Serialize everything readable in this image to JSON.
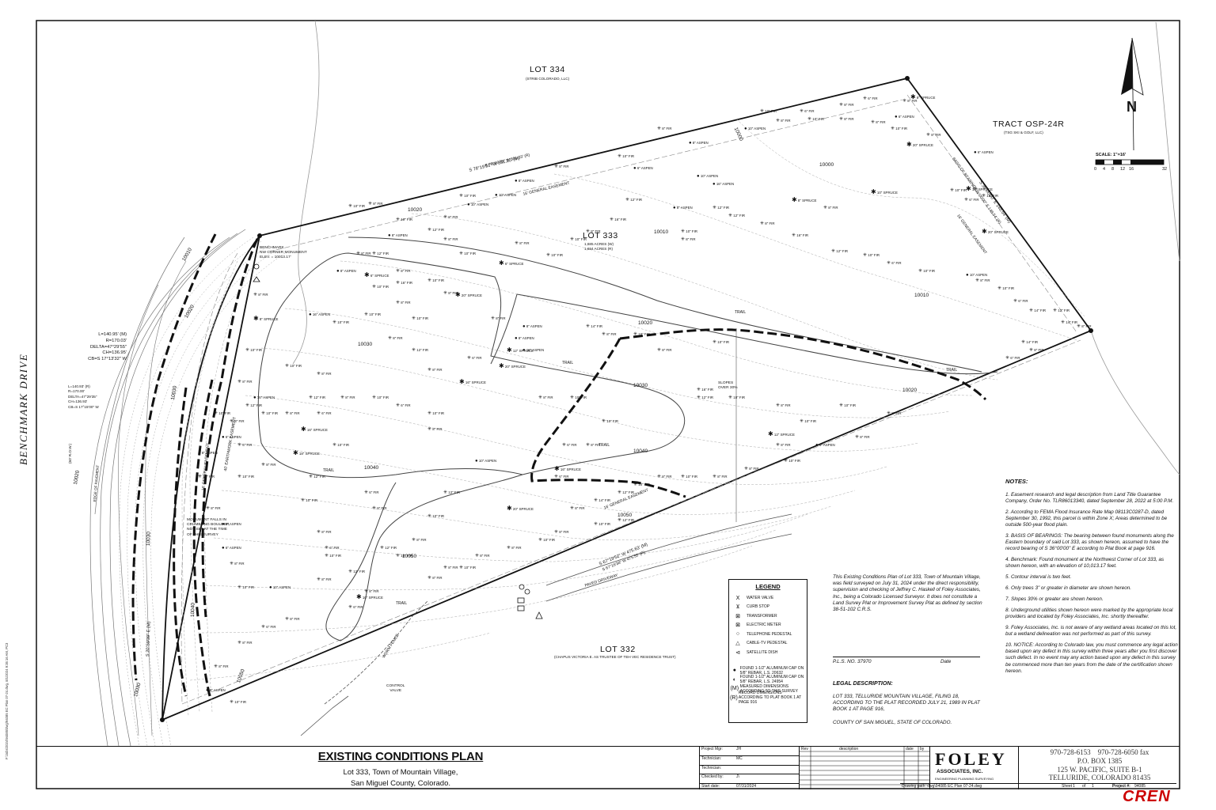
{
  "lots": {
    "lot334": {
      "name": "LOT 334",
      "owner": "(STRIB COLORADO, LLC)"
    },
    "lot333": {
      "name": "LOT 333",
      "area_w": "1,685 ACRES (W)",
      "area_r": "1,684 ACRES (R)"
    },
    "lot332": {
      "name": "LOT 332",
      "owner": "(CHAPUS VICTORIA E. AS TRUSTEE OF TEH VEC RESIDENCE TRUST)"
    },
    "tract": {
      "name": "TRACT OSP-24R",
      "owner": "(TSG SKI & GOLF, LLC)"
    }
  },
  "road": {
    "name": "BENCHMARK DRIVE",
    "width": "(60' R.O.W.)"
  },
  "scale": {
    "label": "SCALE:  1\"=16'",
    "ticks": [
      "0",
      "4",
      "8",
      "12",
      "16",
      "32"
    ]
  },
  "north": "N",
  "bearings": {
    "north_m": "S 78°19'51\" W   331.20' (M)",
    "north_r": "S 78°16'35\" W   331.03' (R)",
    "east_m": "S 36°00'00\" E   148.54' (M)",
    "east_r": "S 36°00'00\" E   148.54' (R)",
    "south_m": "S 67°19'52\" W   475.63' (M)",
    "south_r": "S 67°16'38\" W   475.55' (R)",
    "west_m": "S 20°59'39\" E   (M)",
    "basis": "BASIS OF BEARINGS"
  },
  "curve_m": [
    "L=140.95' (M)",
    "R=170.03'",
    "DELTA=47°29'55\"",
    "CH=136.95'",
    "CB=S 17°13'32\" W"
  ],
  "curve_r": [
    "L=140.93' (R)",
    "R=170.00'",
    "DELTA=47°29'35\"",
    "CH=136.93'",
    "CB=S 17°15'00\" W"
  ],
  "benchmark": [
    "BENCHMARK",
    "NW CORNER MONUMENT",
    "ELEV. = 10013.17'"
  ],
  "monument": [
    "MONUMENT FALLS IN",
    "CRUMBLING BOULDER,",
    "NOT SET AT THE TIME",
    "OF THIS SURVEY"
  ],
  "easements": {
    "general_north": "16' GENERAL EASEMENT",
    "general_east": "16' GENERAL EASEMENT",
    "general_west": "16' GENERAL EASEMENT",
    "general_south": "16' GENERAL EASEMENT",
    "earthwork": "40' EARTHWORK EASEMENT",
    "paved": "EDGE OF PAVEMENT"
  },
  "slopes": [
    "SLOPES",
    "OVER 30%"
  ],
  "labels": {
    "trail": "TRAIL",
    "paved_driveway": "PAVED DRIVEWAY",
    "worm_fence": "WORM FENCE",
    "control_valve": [
      "CONTROL",
      "VALVE"
    ]
  },
  "contours": [
    "10000",
    "10010",
    "10020",
    "10030",
    "10040",
    "10050",
    "10010",
    "10020",
    "10030",
    "10040",
    "10050",
    "10030",
    "10020",
    "10010",
    "10020",
    "10030",
    "10040",
    "10050",
    "10020",
    "10030",
    "10040"
  ],
  "legend": {
    "title": "LEGEND",
    "items": [
      {
        "sym": "Ⅹ",
        "label": "WATER VALVE"
      },
      {
        "sym": "⊻",
        "label": "CURB STOP"
      },
      {
        "sym": "⊠",
        "label": "TRANSFORMER"
      },
      {
        "sym": "⊠",
        "label": "ELECTRIC METER"
      },
      {
        "sym": "○",
        "label": "TELEPHONE PEDESTAL"
      },
      {
        "sym": "△",
        "label": "CABLE-TV PEDESTAL"
      },
      {
        "sym": "⊲",
        "label": "SATELLITE DISH"
      },
      {
        "sym": "",
        "label": ""
      },
      {
        "sym": "●",
        "label": "FOUND 1-1/2\" ALUMINUM CAP ON 5/8\" REBAR, L.S. 20632"
      },
      {
        "sym": "◐",
        "label": "FOUND 1-1/2\" ALUMINUM CAP ON 5/8\" REBAR, L.S. 24954"
      },
      {
        "sym": "(M)",
        "label": "MEASURED DIMENSIONS ACCORDING TO THIS SURVEY"
      },
      {
        "sym": "(R)",
        "label": "RECORD DIMENSIONS ACCORDING TO PLAT BOOK 1 AT PAGE 916"
      }
    ]
  },
  "certification": "This Existing Conditions Plan of Lot 333, Town of Mountain Village, was field surveyed on July 31, 2024 under the direct responsibility, supervision and checking of Jeffrey C. Haskell of Foley Associates, Inc., being a Colorado Licensed Surveyor.  It does not constitute a Land Survey Plat or Improvement Survey Plat as defined by section 38-51-102 C.R.S.",
  "pls": "P.L.S. NO. 37970",
  "date_label": "Date",
  "legal": {
    "title": "LEGAL DESCRIPTION:",
    "body": "LOT 333, TELLURIDE MOUNTAIN VILLAGE, FILING 18, ACCORDING TO THE PLAT RECORDED JULY 21, 1989 IN PLAT BOOK 1 AT PAGE 916,",
    "county": "COUNTY OF SAN MIGUEL, STATE OF COLORADO."
  },
  "notes": {
    "title": "NOTES:",
    "items": [
      "1.   Easement research and legal description from Land Title Guarantee Company, Order No. TLR86013340, dated September 28, 2022 at 5:00 P.M.",
      "2.   According to FEMA Flood Insurance Rate Map 08113C0287-D, dated September 30, 1992, this parcel is within Zone X;  Areas determined to be outside 500-year flood plain.",
      "3.   BASIS OF BEARINGS:  The bearing between found monuments along the Eastern boundary of said Lot 333, as shown hereon, assumed to have the record bearing of S 36°00'00\" E according to Plat Book at page 916.",
      "4.   Benchmark:  Found monument at the Northwest Corner of Lot 333, as shown hereon, with an elevation of 10,013.17 feet.",
      "5.   Contour interval is two feet.",
      "6.   Only trees 3\" or greater in diameter are shown hereon.",
      "7.   Slopes 30% or greater are shown hereon.",
      "8.   Underground utilities shown hereon were marked by the appropriate local providers and located by Foley Associates, Inc. shortly thereafter.",
      "9.   Foley Associates, Inc. is not aware of any wetland areas located on this lot, but a wetland delineation was not performed as part of this survey.",
      "10.   NOTICE:  According to Colorado law, you must commence any legal action based upon any defect in this survey within three years after you first discover such defect.  In no event may any action based upon any defect in this survey be commenced more than ten years from the date of the certification shown hereon."
    ]
  },
  "title_block": {
    "title": "EXISTING CONDITIONS PLAN",
    "line2": "Lot 333, Town of Mountain Village,",
    "line3": "San Miguel County, Colorado.",
    "rows": [
      {
        "k": "Project Mgr:",
        "v": "JH"
      },
      {
        "k": "Technician:",
        "v": "MC"
      },
      {
        "k": "Technician:",
        "v": ""
      },
      {
        "k": "Checked by:",
        "v": "J\\"
      },
      {
        "k": "Start date:",
        "v": "07/31/2024"
      }
    ],
    "rev_headers": [
      "Rev",
      "description",
      "date",
      "by"
    ],
    "drawing_path": "Drawing path:  dwg\\94085 EC Plan 07-24.dwg",
    "sheet": "Sheet",
    "sheet_no": "1",
    "of": "of",
    "sheet_total": "1",
    "project_label": "Project #:",
    "project_no": "94085"
  },
  "firm": {
    "name": "FOLEY",
    "sub": "ASSOCIATES, INC.",
    "tag": "ENGINEERING  PLANNING  SURVEYING",
    "phone": "970-728-6153",
    "fax": "970-728-6050 fax",
    "po": "P.O. BOX 1385",
    "street": "125 W. PACIFIC, SUITE B-1",
    "city": "TELLURIDE, COLORADO  81435"
  },
  "side_path": "F:\\Jobs\\2024\\94085\\dwg\\94085 EC Plan 07-24.dwg, 8/1/2024 9:35:16 AM, PC3",
  "watermark": "CREN",
  "trees": [
    [
      "10\" FIR",
      440,
      258
    ],
    [
      "8\" FIR",
      465,
      255
    ],
    [
      "8\" FIR",
      560,
      272
    ],
    [
      "10\" FIR",
      580,
      245
    ],
    [
      "10\" ASPEN",
      625,
      244
    ],
    [
      "8\" ASPEN",
      650,
      226
    ],
    [
      "10\" ASPEN",
      590,
      256
    ],
    [
      "8\" FIR",
      700,
      208
    ],
    [
      "8\" FIR",
      830,
      160
    ],
    [
      "8\" ASPEN",
      870,
      178
    ],
    [
      "10\" ASPEN",
      940,
      160
    ],
    [
      "8\" FIR",
      980,
      150
    ],
    [
      "10\" FIR",
      1020,
      148
    ],
    [
      "8\" FIR",
      1060,
      148
    ],
    [
      "8\" FIR",
      1100,
      152
    ],
    [
      "6\" ASPEN",
      1130,
      145
    ],
    [
      "8\" FIR",
      1140,
      125
    ],
    [
      "20\" SPRUCE",
      1145,
      180
    ],
    [
      "8\" FIR",
      1170,
      168
    ],
    [
      "10\" FIR",
      1125,
      160
    ],
    [
      "8\" FIR",
      1060,
      130
    ],
    [
      "6\" FIR",
      1010,
      138
    ],
    [
      "10\" FIR",
      960,
      138
    ],
    [
      "8\" SPRUCE",
      1150,
      120
    ],
    [
      "6\" FIR",
      1090,
      122
    ],
    [
      "10\" SPRUCE",
      1220,
      236
    ],
    [
      "16\" FIR",
      1240,
      245
    ],
    [
      "20\" SPRUCE",
      1240,
      290
    ],
    [
      "6\" FIR",
      1218,
      250
    ],
    [
      "10\" FIR",
      1200,
      238
    ],
    [
      "6\" ASPEN",
      1230,
      190
    ],
    [
      "10\" FIR",
      1260,
      362
    ],
    [
      "6\" FIR",
      1280,
      378
    ],
    [
      "14\" FIR",
      1300,
      390
    ],
    [
      "12\" FIR",
      1330,
      390
    ],
    [
      "14\" FIR",
      1340,
      405
    ],
    [
      "8\" FIR",
      1360,
      410
    ],
    [
      "8\" FIR",
      1300,
      440
    ],
    [
      "6\" FIR",
      1270,
      450
    ],
    [
      "14\" FIR",
      1290,
      430
    ],
    [
      "10\" ASPEN",
      1220,
      345
    ],
    [
      "8\" FIR",
      1232,
      352
    ],
    [
      "10\" FIR",
      1160,
      340
    ],
    [
      "6\" FIR",
      1120,
      330
    ],
    [
      "10\" FIR",
      1090,
      320
    ],
    [
      "12\" FIR",
      1050,
      315
    ],
    [
      "16\" FIR",
      1000,
      295
    ],
    [
      "8\" FIR",
      960,
      280
    ],
    [
      "12\" FIR",
      920,
      270
    ],
    [
      "16\" ASPEN",
      900,
      230
    ],
    [
      "10\" ASPEN",
      880,
      220
    ],
    [
      "12\" FIR",
      900,
      260
    ],
    [
      "8\" ASPEN",
      850,
      260
    ],
    [
      "8\" FIR",
      860,
      300
    ],
    [
      "10\" FIR",
      860,
      290
    ],
    [
      "10\" SPRUCE",
      1100,
      240
    ],
    [
      "8\" SPRUCE",
      1000,
      250
    ],
    [
      "8\" FIR",
      1040,
      260
    ],
    [
      "6\" ASPEN",
      800,
      210
    ],
    [
      "10\" FIR",
      780,
      195
    ],
    [
      "12\" FIR",
      790,
      250
    ],
    [
      "16\" FIR",
      770,
      275
    ],
    [
      "8\" FIR",
      740,
      290
    ],
    [
      "10\" FIR",
      720,
      300
    ],
    [
      "10\" FIR",
      690,
      320
    ],
    [
      "6\" SPRUCE",
      630,
      330
    ],
    [
      "8\" FIR",
      650,
      305
    ],
    [
      "10\" FIR",
      580,
      318
    ],
    [
      "8\" FIR",
      560,
      300
    ],
    [
      "12\" FIR",
      540,
      288
    ],
    [
      "10\" FIR",
      500,
      275
    ],
    [
      "8\" ASPEN",
      490,
      295
    ],
    [
      "12\" FIR",
      470,
      318
    ],
    [
      "8\" FIR",
      450,
      318
    ],
    [
      "8\" ASPEN",
      425,
      340
    ],
    [
      "6\" SPRUCE",
      460,
      345
    ],
    [
      "8\" FIR",
      500,
      340
    ],
    [
      "16\" FIR",
      500,
      355
    ],
    [
      "10\" FIR",
      540,
      352
    ],
    [
      "8\" FIR",
      560,
      368
    ],
    [
      "8\" FIR",
      500,
      380
    ],
    [
      "10\" FIR",
      470,
      360
    ],
    [
      "16\" ASPEN",
      390,
      395
    ],
    [
      "10\" FIR",
      420,
      405
    ],
    [
      "10\" FIR",
      460,
      395
    ],
    [
      "8\" FIR",
      490,
      425
    ],
    [
      "10\" FIR",
      520,
      400
    ],
    [
      "20\" SPRUCE",
      575,
      370
    ],
    [
      "12\" FIR",
      520,
      440
    ],
    [
      "8\" FIR",
      540,
      465
    ],
    [
      "6\" FIR",
      590,
      450
    ],
    [
      "20\" SPRUCE",
      630,
      460
    ],
    [
      "16\" SPRUCE",
      580,
      480
    ],
    [
      "12\" SPRUCE",
      640,
      440
    ],
    [
      "16\" ASPEN",
      660,
      440
    ],
    [
      "8\" ASPEN",
      650,
      425
    ],
    [
      "8\" ASPEN",
      660,
      410
    ],
    [
      "8\" FIR",
      620,
      400
    ],
    [
      "14\" FIR",
      740,
      410
    ],
    [
      "8\" FIR",
      760,
      420
    ],
    [
      "10\" FIR",
      800,
      420
    ],
    [
      "8\" FIR",
      830,
      440
    ],
    [
      "10\" FIR",
      900,
      430
    ],
    [
      "16\" FIR",
      880,
      490
    ],
    [
      "12\" FIR",
      880,
      500
    ],
    [
      "8\" FIR",
      980,
      510
    ],
    [
      "10\" FIR",
      1010,
      530
    ],
    [
      "8\" FIR",
      1080,
      550
    ],
    [
      "8\" FIR",
      980,
      560
    ],
    [
      "12\" SPRUCE",
      970,
      546
    ],
    [
      "8\" ASPEN",
      1030,
      560
    ],
    [
      "10\" FIR",
      990,
      580
    ],
    [
      "8\" FIR",
      940,
      590
    ],
    [
      "8\" FIR",
      900,
      600
    ],
    [
      "10\" FIR",
      860,
      600
    ],
    [
      "8\" FIR",
      830,
      600
    ],
    [
      "10\" FIR",
      800,
      610
    ],
    [
      "12\" FIR",
      780,
      620
    ],
    [
      "14\" FIR",
      750,
      630
    ],
    [
      "8\" FIR",
      720,
      640
    ],
    [
      "6\" FIR",
      700,
      600
    ],
    [
      "10\" ASPEN",
      600,
      580
    ],
    [
      "20\" SPRUCE",
      640,
      640
    ],
    [
      "12\" FIR",
      560,
      620
    ],
    [
      "10\" FIR",
      540,
      650
    ],
    [
      "8\" FIR",
      520,
      680
    ],
    [
      "10\" FIR",
      500,
      700
    ],
    [
      "12\" FIR",
      480,
      690
    ],
    [
      "8\" FIR",
      470,
      640
    ],
    [
      "6\" FIR",
      460,
      620
    ],
    [
      "10\" FIR",
      420,
      560
    ],
    [
      "16\" SPRUCE",
      380,
      540
    ],
    [
      "18\" SPRUCE",
      370,
      570
    ],
    [
      "8\" FIR",
      360,
      520
    ],
    [
      "10\" FIR",
      330,
      520
    ],
    [
      "12\" FIR",
      310,
      510
    ],
    [
      "8\" FIR",
      300,
      480
    ],
    [
      "6\" FIR",
      300,
      560
    ],
    [
      "10\" FIR",
      300,
      600
    ],
    [
      "8\" ASPEN",
      280,
      660
    ],
    [
      "6\" ASPEN",
      280,
      690
    ],
    [
      "8\" FIR",
      290,
      710
    ],
    [
      "10\" FIR",
      300,
      740
    ],
    [
      "10\" ASPEN",
      340,
      740
    ],
    [
      "8\" FIR",
      360,
      780
    ],
    [
      "6\" FIR",
      330,
      790
    ],
    [
      "8\" FIR",
      300,
      810
    ],
    [
      "8\" FIR",
      270,
      840
    ],
    [
      "8\" ASPEN",
      260,
      870
    ],
    [
      "10\" FIR",
      290,
      885
    ],
    [
      "8\" FIR",
      400,
      670
    ],
    [
      "6\" FIR",
      410,
      690
    ],
    [
      "10\" FIR",
      410,
      700
    ],
    [
      "8\" FIR",
      400,
      730
    ],
    [
      "12\" FIR",
      440,
      720
    ],
    [
      "8\" FIR",
      460,
      745
    ],
    [
      "10\" SPRUCE",
      450,
      752
    ],
    [
      "6\" FIR",
      440,
      765
    ],
    [
      "8\" FIR",
      540,
      728
    ],
    [
      "8\" FIR",
      560,
      715
    ],
    [
      "10\" FIR",
      580,
      715
    ],
    [
      "8\" FIR",
      600,
      700
    ],
    [
      "8\" FIR",
      640,
      690
    ],
    [
      "10\" FIR",
      680,
      680
    ],
    [
      "8\" FIR",
      700,
      670
    ],
    [
      "10\" FIR",
      750,
      660
    ],
    [
      "12\" FIR",
      780,
      655
    ],
    [
      "10\" FIR",
      540,
      520
    ],
    [
      "8\" FIR",
      540,
      540
    ],
    [
      "6\" FIR",
      500,
      510
    ],
    [
      "10\" FIR",
      470,
      500
    ],
    [
      "8\" FIR",
      430,
      500
    ],
    [
      "8\" FIR",
      400,
      470
    ],
    [
      "12\" FIR",
      390,
      500
    ],
    [
      "6\" FIR",
      400,
      520
    ],
    [
      "10\" FIR",
      360,
      460
    ],
    [
      "16\" ASPEN",
      320,
      500
    ],
    [
      "8\" SPRUCE",
      320,
      400
    ],
    [
      "8\" FIR",
      320,
      370
    ],
    [
      "10\" FIR",
      310,
      440
    ],
    [
      "8\" FIR",
      260,
      640
    ],
    [
      "8\" ASPEN",
      250,
      570
    ],
    [
      "14\" FIR",
      250,
      600
    ],
    [
      "10\" FIR",
      270,
      520
    ],
    [
      "8\" FIR",
      290,
      530
    ],
    [
      "6\" ASPEN",
      280,
      550
    ],
    [
      "8\" FIR",
      330,
      585
    ],
    [
      "12\" FIR",
      390,
      600
    ],
    [
      "10\" FIR",
      380,
      630
    ],
    [
      "8\" FIR",
      680,
      500
    ],
    [
      "10\" FIR",
      720,
      500
    ],
    [
      "10\" FIR",
      760,
      530
    ],
    [
      "8\" FIR",
      740,
      560
    ],
    [
      "6\" FIR",
      710,
      560
    ],
    [
      "16\" SPRUCE",
      700,
      590
    ],
    [
      "10\" FIR",
      920,
      500
    ],
    [
      "10\" FIR",
      1060,
      510
    ],
    [
      "8\" FIR",
      1120,
      520
    ]
  ]
}
